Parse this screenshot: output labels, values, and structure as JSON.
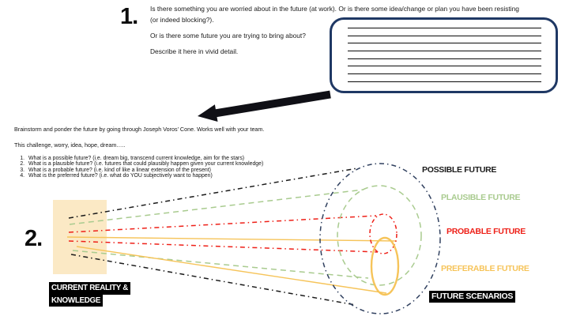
{
  "step1": {
    "number": "1.",
    "prompt_line1": "Is there something you are worried about in the future (at work). Or is there some idea/change or plan you have been resisting",
    "prompt_line2": "(or indeed blocking?).",
    "prompt_bring_about": "Or is there some future you are trying to bring about?",
    "prompt_describe": "Describe it here in vivid detail.",
    "answer_box": {
      "ruled_lines": 8
    },
    "colors": {
      "box_border": "#1f3864",
      "arrow": "#101016"
    }
  },
  "instructions": {
    "intro": "Brainstorm and ponder the future by going through Joseph Voros’ Cone. Works well with your team.",
    "subject": "This challenge, worry, idea, hope, dream…..",
    "questions": [
      "What is a possible future? (i.e. dream big, transcend current knowledge, aim for the stars)",
      "What is a plausible future? (i.e. futures that could plausibly happen given your current knowledge)",
      "What is a probable future? (i.e. kind of like a linear extension of the present)",
      "What is the preferred future? (i.e. what do YOU subjectively want to happen)"
    ]
  },
  "step2": {
    "number": "2.",
    "current_label_line1": "CURRENT REALITY &",
    "current_label_line2": "KNOWLEDGE",
    "labels": {
      "possible": "POSSIBLE FUTURE",
      "plausible": "PLAUSIBLE FUTURE",
      "probable": "PROBABLE FUTURE",
      "preferable": "PREFERABLE FUTURE",
      "scenarios": "FUTURE SCENARIOS"
    },
    "colors": {
      "possible": "#1a1a1a",
      "plausible": "#a9cb8f",
      "probable": "#ee2018",
      "preferable": "#f6c45a",
      "cone_navy": "#30405f",
      "current_box_fill": "#fbe9c5"
    }
  }
}
